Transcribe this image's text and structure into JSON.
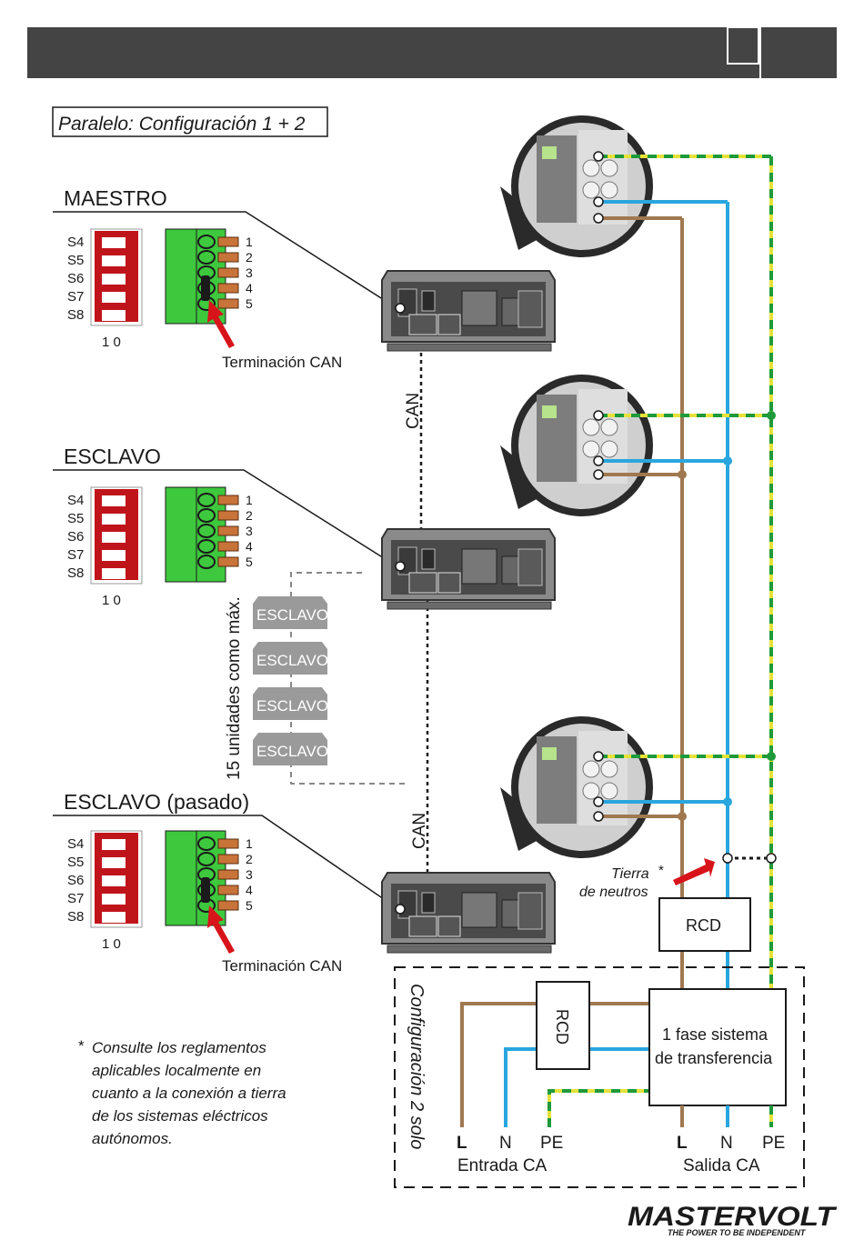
{
  "title": "Paralelo: Configuración 1 + 2",
  "units": [
    {
      "label": "MAESTRO",
      "termination": true
    },
    {
      "label": "ESCLAVO",
      "termination": false
    },
    {
      "label": "ESCLAVO (pasado)",
      "termination": true
    }
  ],
  "switches": [
    "S4",
    "S5",
    "S6",
    "S7",
    "S8"
  ],
  "switch_scale": "1 0",
  "terminal_numbers": [
    "1",
    "2",
    "3",
    "4",
    "5"
  ],
  "termination_label": "Terminación CAN",
  "can_label": "CAN",
  "slave_box_label": "ESCLAVO",
  "max_units_label": "15 unidades como máx.",
  "neutral_earth": {
    "line1": "Tierra",
    "line2": "de neutros",
    "mark": "*"
  },
  "rcd_label": "RCD",
  "transfer_label": [
    "1 fase sistema",
    "de transferencia"
  ],
  "config2_label": "Configuración 2 solo",
  "input": {
    "terminals": [
      "L",
      "N",
      "PE"
    ],
    "label": "Entrada CA"
  },
  "output": {
    "terminals": [
      "L",
      "N",
      "PE"
    ],
    "label": "Salida CA"
  },
  "footnote": [
    "*",
    "Consulte los reglamentos",
    "aplicables localmente en",
    "cuanto a la conexión a tierra",
    "de los sistemas eléctricos",
    "autónomos."
  ],
  "brand": {
    "name": "MASTERVOLT",
    "tagline": "THE POWER TO BE INDEPENDENT"
  },
  "colors": {
    "phase": "#a07850",
    "neutral": "#2aa6de",
    "earth_green": "#1f9a3a",
    "earth_yellow": "#e6e23a",
    "dip_red": "#c0141b",
    "terminal_green": "#3ec83e",
    "header": "#444444"
  }
}
